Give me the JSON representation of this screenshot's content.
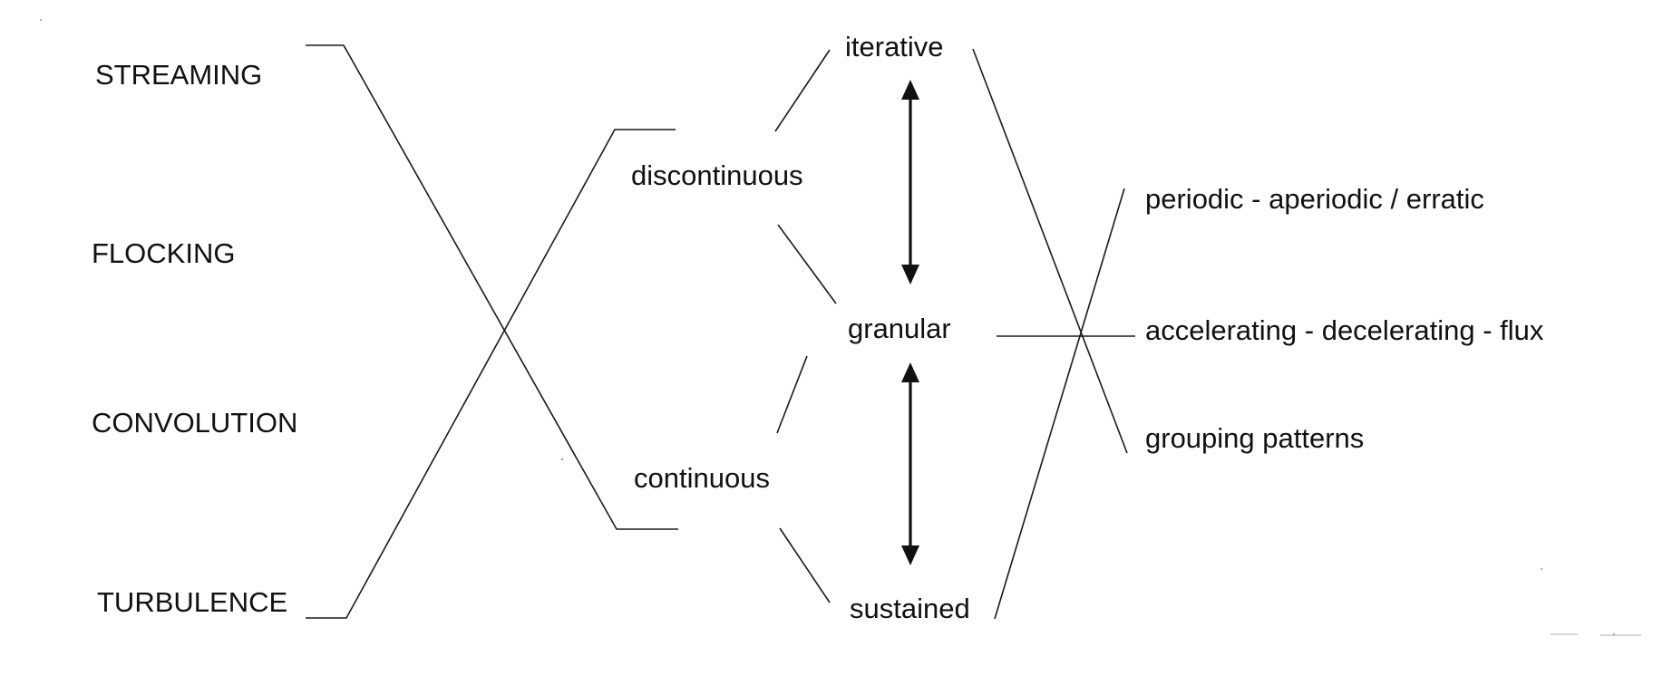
{
  "phenomena": [
    {
      "id": "streaming",
      "label": "STREAMING"
    },
    {
      "id": "flocking",
      "label": "FLOCKING"
    },
    {
      "id": "convolution",
      "label": "CONVOLUTION"
    },
    {
      "id": "turbulence",
      "label": "TURBULENCE"
    }
  ],
  "continuity": [
    {
      "id": "discontinuous",
      "label": "discontinuous"
    },
    {
      "id": "continuous",
      "label": "continuous"
    }
  ],
  "motion_types": [
    {
      "id": "iterative",
      "label": "iterative"
    },
    {
      "id": "granular",
      "label": "granular"
    },
    {
      "id": "sustained",
      "label": "sustained"
    }
  ],
  "qualities": [
    {
      "id": "periodic",
      "label": "periodic - aperiodic / erratic"
    },
    {
      "id": "accelerating",
      "label": "accelerating - decelerating - flux"
    },
    {
      "id": "grouping",
      "label": "grouping  patterns"
    }
  ]
}
